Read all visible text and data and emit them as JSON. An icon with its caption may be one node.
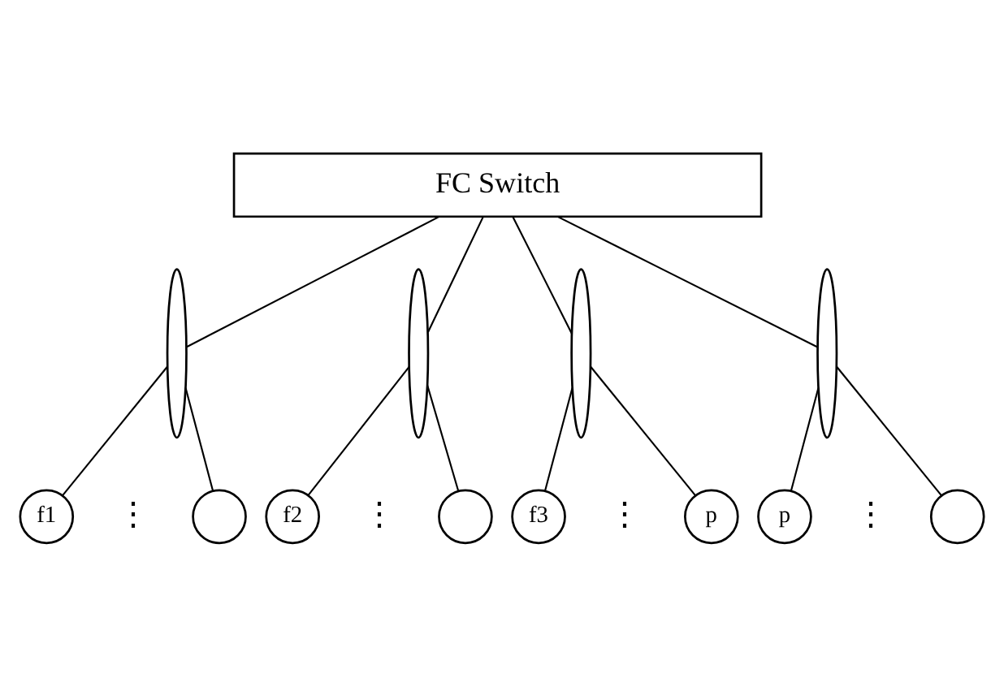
{
  "diagram": {
    "nodes": [
      {
        "text": [
          "FC Switch"
        ]
      },
      {
        "text": [],
        "shape": "ellipse"
      },
      {
        "text": [],
        "shape": "ellipse"
      },
      {
        "text": [],
        "shape": "ellipse"
      },
      {
        "text": [],
        "shape": "ellipse"
      },
      {
        "text": [
          "f1"
        ]
      },
      {
        "text": [],
        "shape": "circle"
      },
      {
        "text": [
          "f2"
        ]
      },
      {
        "text": [],
        "shape": "circle"
      },
      {
        "text": [
          "f3"
        ]
      },
      {
        "text": [
          "p"
        ]
      },
      {
        "text": [
          "p"
        ]
      },
      {
        "text": [],
        "shape": "circle"
      }
    ],
    "edges": [
      {
        "from": 0,
        "to": 1,
        "arrow": "none"
      },
      {
        "from": 0,
        "to": 2,
        "arrow": "none"
      },
      {
        "from": 0,
        "to": 3,
        "arrow": "none"
      },
      {
        "from": 0,
        "to": 4,
        "arrow": "none"
      },
      {
        "from": 1,
        "to": 5,
        "arrow": "none"
      },
      {
        "from": 1,
        "to": 6,
        "arrow": "none"
      },
      {
        "from": 2,
        "to": 7,
        "arrow": "none"
      },
      {
        "from": 2,
        "to": 8,
        "arrow": "none"
      },
      {
        "from": 3,
        "to": 9,
        "arrow": "none"
      },
      {
        "from": 3,
        "to": 10,
        "arrow": "none"
      },
      {
        "from": 4,
        "to": 11,
        "arrow": "none"
      },
      {
        "from": 4,
        "to": 12,
        "arrow": "none"
      }
    ],
    "labels": [
      "⋮",
      "⋮",
      "⋮",
      "⋮"
    ]
  }
}
